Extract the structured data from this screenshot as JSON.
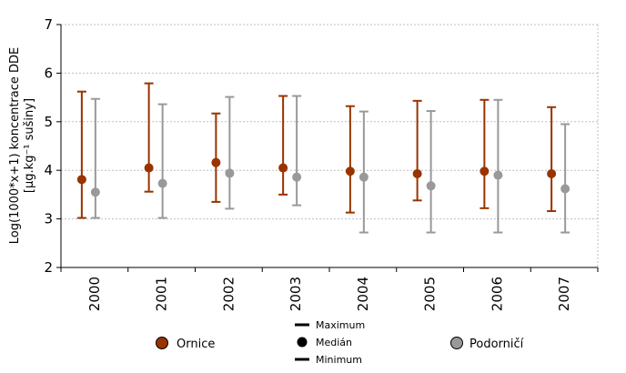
{
  "chart_data": {
    "type": "errorbar",
    "title": "",
    "ylabel_lines": [
      "Log(1000*x+1) koncentrace DDE",
      "[µg.kg⁻¹ sušiny]"
    ],
    "xlabel": "",
    "ylim": [
      2,
      7
    ],
    "yticks": [
      2,
      3,
      4,
      5,
      6,
      7
    ],
    "grid": "horizontal dotted",
    "categories": [
      "2000",
      "2001",
      "2002",
      "2003",
      "2004",
      "2005",
      "2006",
      "2007"
    ],
    "series": [
      {
        "name": "Ornice",
        "color": "#993300",
        "max": [
          5.62,
          5.79,
          5.17,
          5.53,
          5.32,
          5.43,
          5.45,
          5.3
        ],
        "median": [
          3.81,
          4.05,
          4.16,
          4.05,
          3.98,
          3.93,
          3.98,
          3.93
        ],
        "min": [
          3.02,
          3.56,
          3.35,
          3.5,
          3.13,
          3.38,
          3.22,
          3.16
        ]
      },
      {
        "name": "Podorničí",
        "color": "#999999",
        "max": [
          5.47,
          5.36,
          5.51,
          5.53,
          5.21,
          5.22,
          5.45,
          4.95
        ],
        "median": [
          3.55,
          3.73,
          3.94,
          3.86,
          3.86,
          3.68,
          3.9,
          3.62
        ],
        "min": [
          3.02,
          3.02,
          3.21,
          3.28,
          2.72,
          2.72,
          2.72,
          2.72
        ]
      }
    ],
    "legend": {
      "placement": "bottom",
      "entries": [
        "Ornice",
        "Podorničí"
      ],
      "key": {
        "maximum": "Maximum",
        "median": "Medián",
        "minimum": "Minimum"
      }
    }
  }
}
